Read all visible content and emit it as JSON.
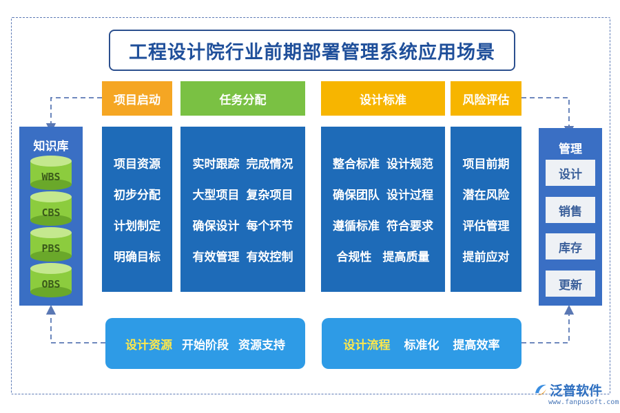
{
  "title": "工程设计院行业前期部署管理系统应用场景",
  "colors": {
    "orange": "#f5a623",
    "green": "#7ac143",
    "yellow": "#f7b500",
    "blue": "#1e6bb8",
    "side": "#3a6fc4",
    "bottom": "#2e9be6",
    "highlight": "#ffe84a"
  },
  "knowledge": {
    "title": "知识库",
    "items": [
      "WBS",
      "CBS",
      "PBS",
      "OBS"
    ]
  },
  "management": {
    "title": "管理",
    "items": [
      "设计",
      "销售",
      "库存",
      "更新"
    ]
  },
  "columns": [
    {
      "header": "项目启动",
      "rows": [
        [
          "项目资源"
        ],
        [
          "初步分配"
        ],
        [
          "计划制定"
        ],
        [
          "明确目标"
        ]
      ]
    },
    {
      "header": "任务分配",
      "rows": [
        [
          "实时跟踪",
          "完成情况"
        ],
        [
          "大型项目",
          "复杂项目"
        ],
        [
          "确保设计",
          "每个环节"
        ],
        [
          "有效管理",
          "有效控制"
        ]
      ]
    },
    {
      "header": "设计标准",
      "rows": [
        [
          "整合标准",
          "设计规范"
        ],
        [
          "确保团队",
          "设计过程"
        ],
        [
          "遵循标准",
          "符合要求"
        ],
        [
          "合规性",
          "提高质量"
        ]
      ]
    },
    {
      "header": "风险评估",
      "rows": [
        [
          "项目前期"
        ],
        [
          "潜在风险"
        ],
        [
          "评估管理"
        ],
        [
          "提前应对"
        ]
      ]
    }
  ],
  "bottom_left": {
    "highlight": "设计资源",
    "items": [
      "开始阶段",
      "资源支持"
    ]
  },
  "bottom_right": {
    "highlight": "设计流程",
    "items": [
      "标准化",
      "提高效率"
    ]
  },
  "logo": {
    "name": "泛普软件",
    "url": "www.fanpusoft.com"
  }
}
